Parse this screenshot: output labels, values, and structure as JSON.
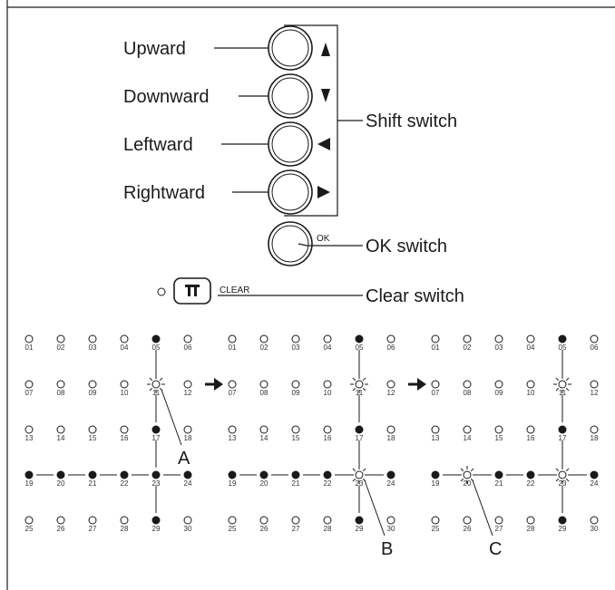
{
  "labels": {
    "upward": "Upward",
    "downward": "Downward",
    "leftward": "Leftward",
    "rightward": "Rightward",
    "shift_switch": "Shift switch",
    "ok_switch": "OK switch",
    "clear_switch": "Clear switch"
  },
  "button_text": {
    "ok": "OK",
    "clear": "CLEAR"
  },
  "icons": {
    "up": "triangle-up-icon",
    "down": "triangle-down-icon",
    "left": "triangle-left-icon",
    "right": "triangle-right-icon",
    "clear_symbol": "pi-symbol-icon",
    "arrow": "right-arrow-icon"
  },
  "grid": {
    "numbers": [
      "01",
      "02",
      "03",
      "04",
      "05",
      "06",
      "07",
      "08",
      "09",
      "10",
      "11",
      "12",
      "13",
      "14",
      "15",
      "16",
      "17",
      "18",
      "19",
      "20",
      "21",
      "22",
      "23",
      "24",
      "25",
      "26",
      "27",
      "28",
      "29",
      "30"
    ],
    "panels": [
      {
        "id": "panel-1",
        "lit": [
          5,
          17,
          19,
          20,
          21,
          22,
          23,
          24,
          29
        ],
        "blink": [
          11
        ],
        "callout": "A",
        "callout_target": 11
      },
      {
        "id": "panel-2",
        "lit": [
          5,
          17,
          19,
          20,
          21,
          22,
          24,
          29
        ],
        "blink": [
          11,
          23
        ],
        "callout": "B",
        "callout_target": 23
      },
      {
        "id": "panel-3",
        "lit": [
          5,
          17,
          19,
          21,
          22,
          24,
          29
        ],
        "blink": [
          11,
          20,
          23
        ],
        "callout": "C",
        "callout_target": 20
      }
    ]
  }
}
